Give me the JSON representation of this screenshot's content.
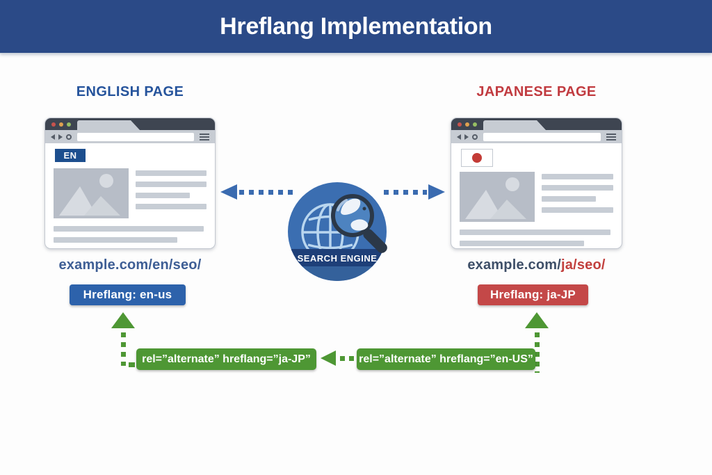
{
  "header": {
    "title": "Hreflang Implementation"
  },
  "pages": {
    "english": {
      "label": "ENGLISH PAGE",
      "lang_badge": "EN",
      "url": "example.com/en/seo/",
      "hreflang_tag": "Hreflang: en-us"
    },
    "japanese": {
      "label": "JAPANESE PAGE",
      "url_base": "example.com/",
      "url_path": "ja/seo/",
      "hreflang_tag": "Hreflang: ja-JP"
    }
  },
  "search_engine": {
    "label": "SEARCH ENGINE"
  },
  "link_tags": {
    "on_english_page": "rel=”alternate” hreflang=”ja-JP”",
    "on_japanese_page": "rel=”alternate” hreflang=”en-US”"
  },
  "icons": {
    "search_engine": "globe-magnifier-icon",
    "japanese_flag": "japan-flag-icon",
    "image_placeholder": "image-placeholder-icon",
    "arrows": "dashed-arrow-icon"
  },
  "colors": {
    "banner": "#2b4a87",
    "blue-accent": "#2d62ab",
    "red-accent": "#c44848",
    "green-accent": "#4e9734",
    "arrow-blue": "#3a6bb0"
  }
}
